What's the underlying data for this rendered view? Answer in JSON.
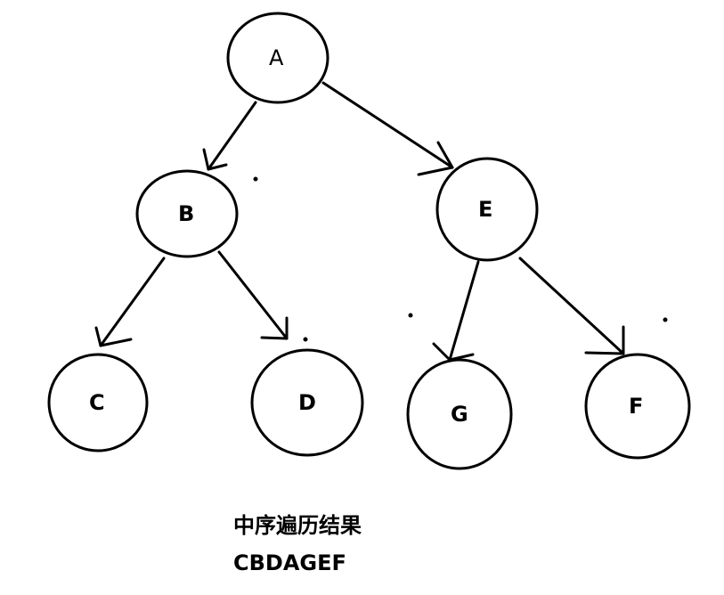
{
  "tree": {
    "nodes": [
      {
        "id": "A",
        "label": "A"
      },
      {
        "id": "B",
        "label": "B"
      },
      {
        "id": "E",
        "label": "E"
      },
      {
        "id": "C",
        "label": "C"
      },
      {
        "id": "D",
        "label": "D"
      },
      {
        "id": "G",
        "label": "G"
      },
      {
        "id": "F",
        "label": "F"
      }
    ],
    "edges": [
      {
        "from": "A",
        "to": "B"
      },
      {
        "from": "A",
        "to": "E"
      },
      {
        "from": "B",
        "to": "C"
      },
      {
        "from": "B",
        "to": "D"
      },
      {
        "from": "E",
        "to": "G"
      },
      {
        "from": "E",
        "to": "F"
      }
    ]
  },
  "caption": {
    "title": "中序遍历结果",
    "result": "CBDAGEF"
  },
  "colors": {
    "stroke": "#000000",
    "background": "#ffffff"
  }
}
